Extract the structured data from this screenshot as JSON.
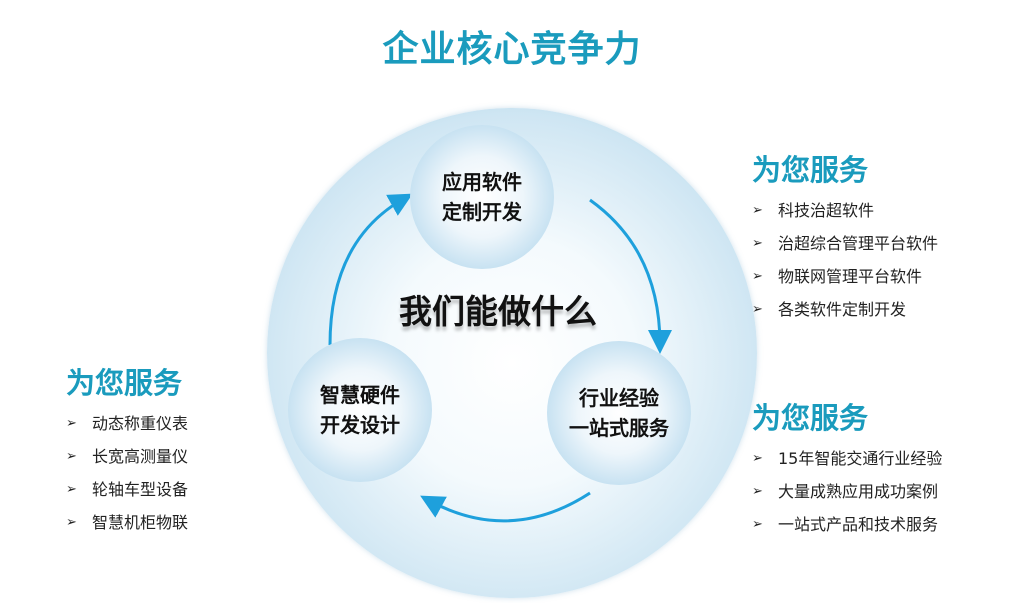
{
  "title": "企业核心竞争力",
  "center_text": "我们能做什么",
  "circles": {
    "top": [
      "应用软件",
      "定制开发"
    ],
    "right": [
      "行业经验",
      "一站式服务"
    ],
    "left": [
      "智慧硬件",
      "开发设计"
    ]
  },
  "left_block": {
    "heading": "为您服务",
    "items": [
      "动态称重仪表",
      "长宽高测量仪",
      "轮轴车型设备",
      "智慧机柜物联"
    ]
  },
  "right_top_block": {
    "heading": "为您服务",
    "items": [
      "科技治超软件",
      "治超综合管理平台软件",
      "物联网管理平台软件",
      "各类软件定制开发"
    ]
  },
  "right_bottom_block": {
    "heading": "为您服务",
    "items": [
      "15年智能交通行业经验",
      "大量成熟应用成功案例",
      "一站式产品和技术服务"
    ]
  },
  "bullet": "➢",
  "colors": {
    "accent": "#1a9bbd",
    "arrow": "#1ea0dc"
  }
}
